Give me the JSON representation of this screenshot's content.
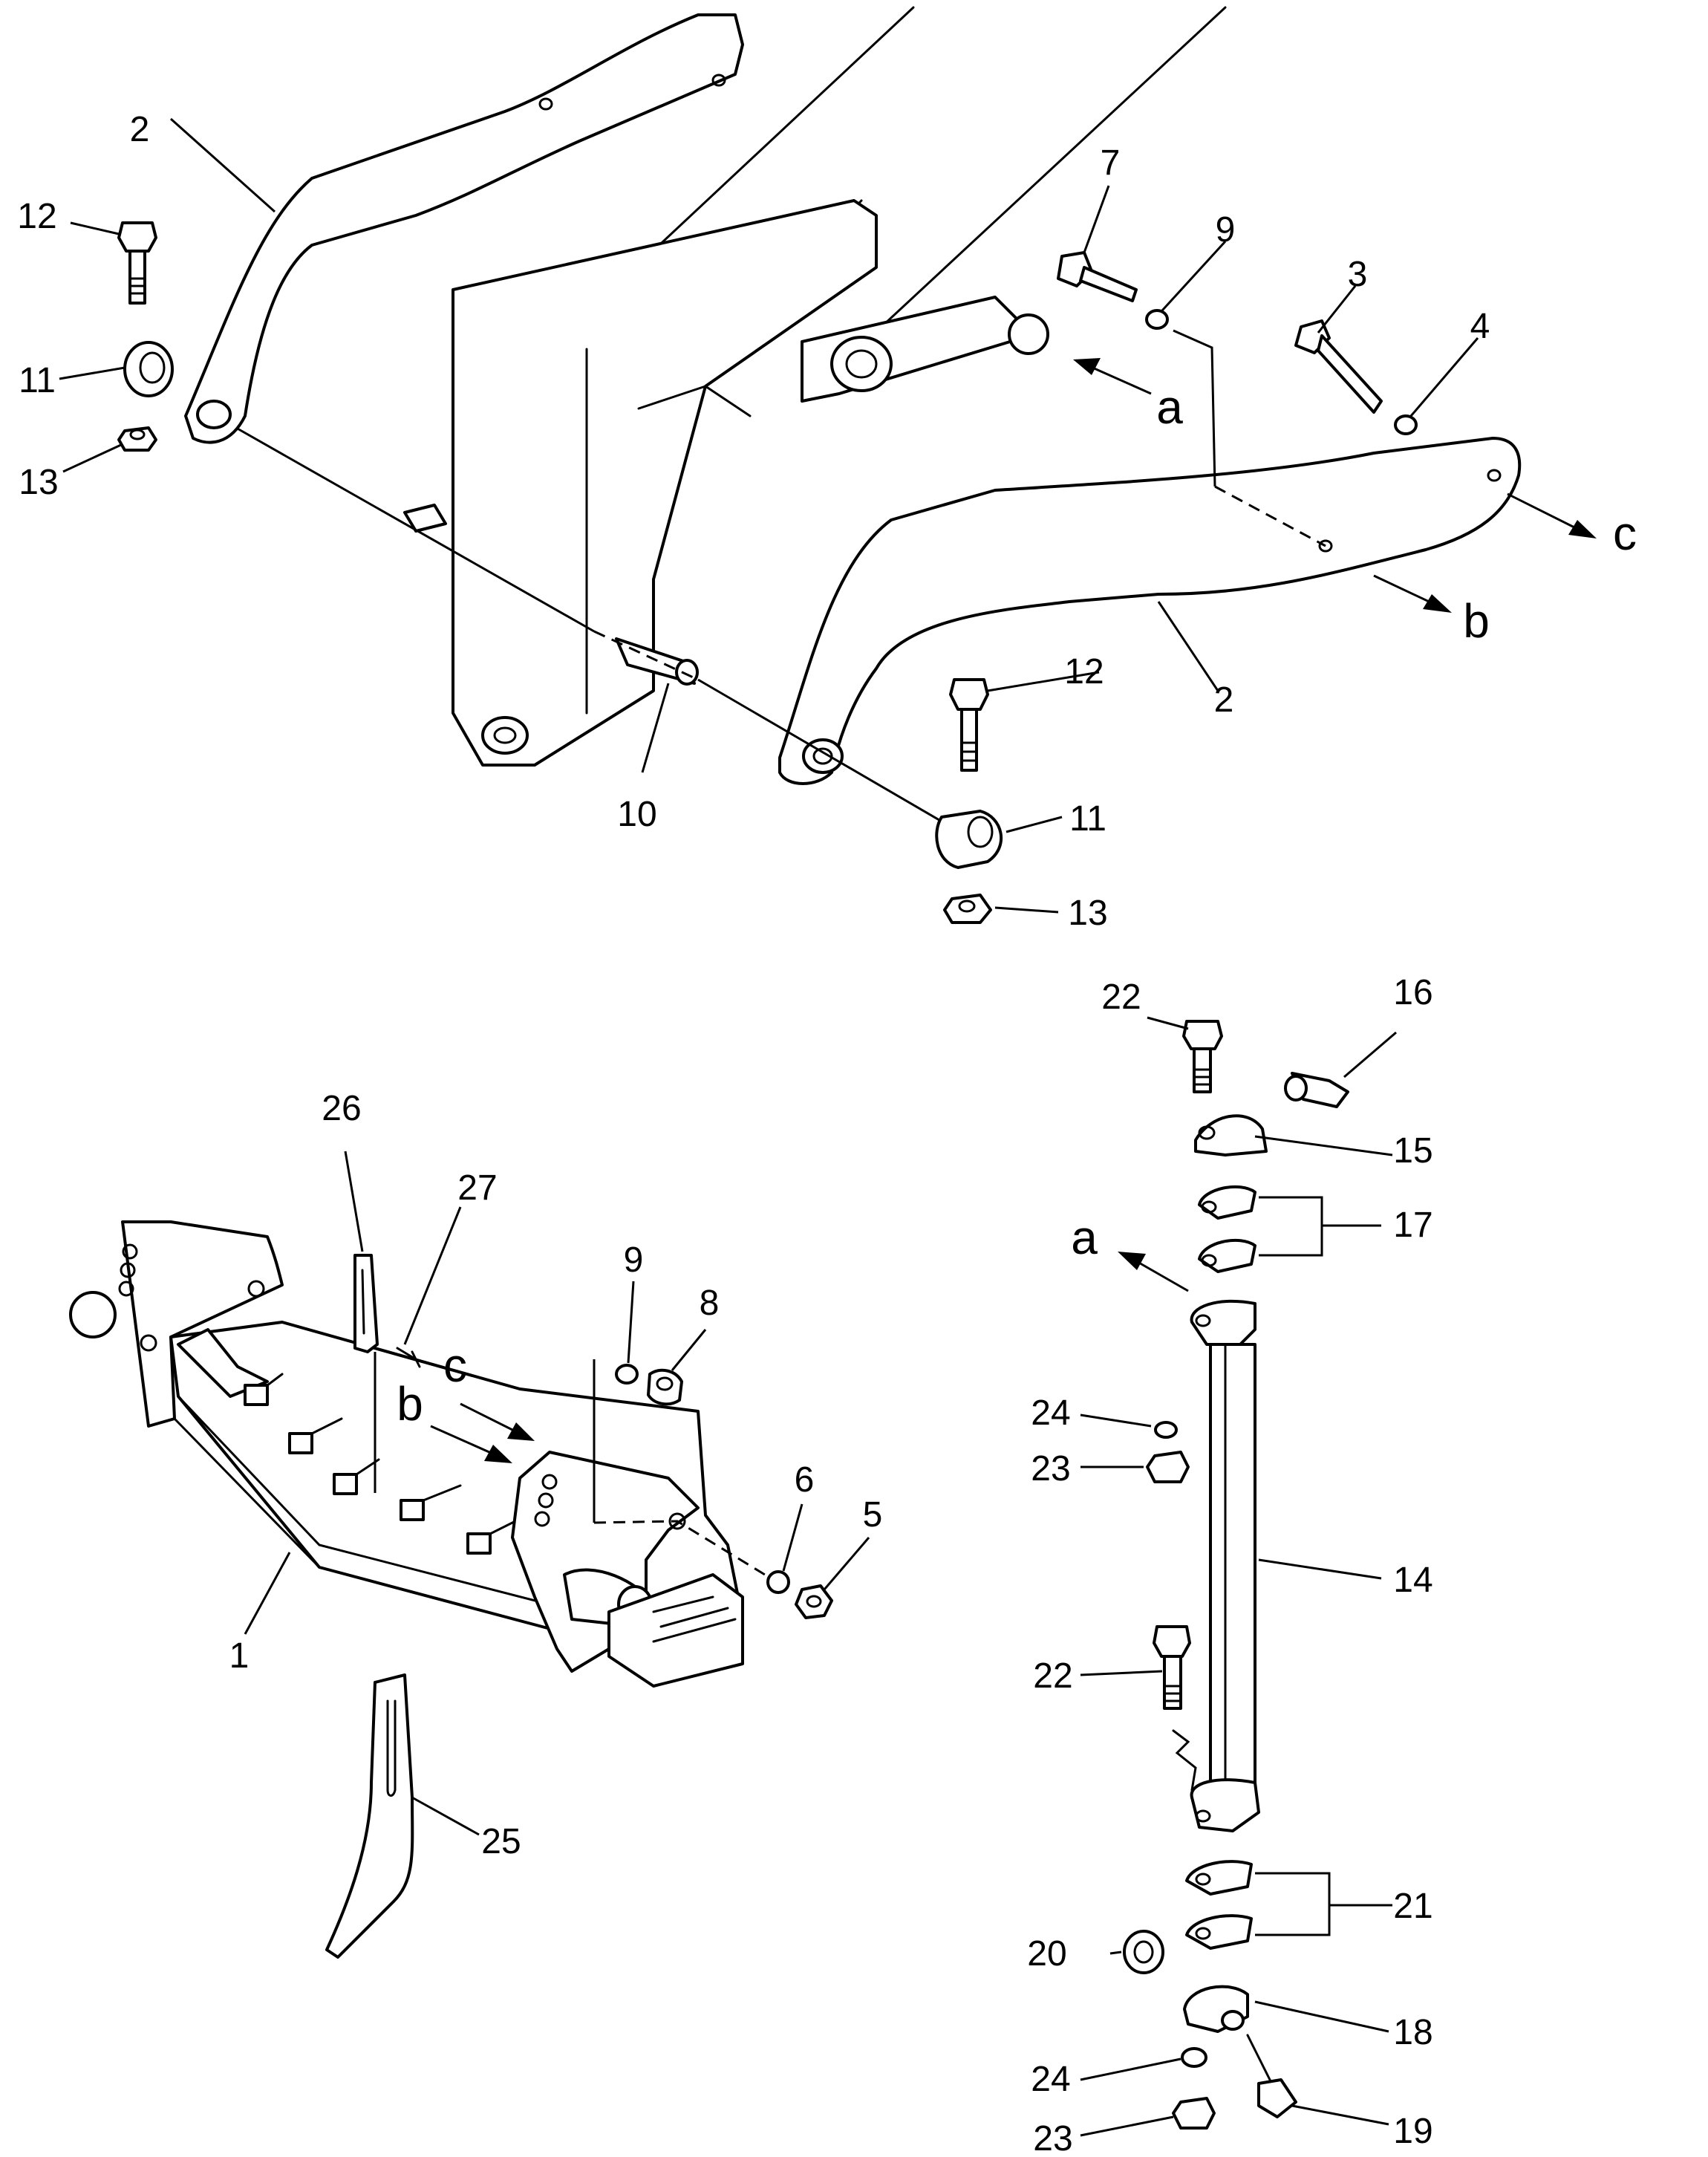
{
  "callouts": {
    "n1": "1",
    "n2a": "2",
    "n2b": "2",
    "n3": "3",
    "n4": "4",
    "n5": "5",
    "n6": "6",
    "n7": "7",
    "n8": "8",
    "n9a": "9",
    "n9b": "9",
    "n10": "10",
    "n11a": "11",
    "n11b": "11",
    "n12a": "12",
    "n12b": "12",
    "n13a": "13",
    "n13b": "13",
    "n14": "14",
    "n15": "15",
    "n16": "16",
    "n17": "17",
    "n18": "18",
    "n19": "19",
    "n20": "20",
    "n21": "21",
    "n22a": "22",
    "n22b": "22",
    "n23a": "23",
    "n23b": "23",
    "n24a": "24",
    "n24b": "24",
    "n25": "25",
    "n26": "26",
    "n27": "27"
  },
  "markers": {
    "a1": "a",
    "a2": "a",
    "b1": "b",
    "b2": "b",
    "c1": "c",
    "c2": "c"
  }
}
